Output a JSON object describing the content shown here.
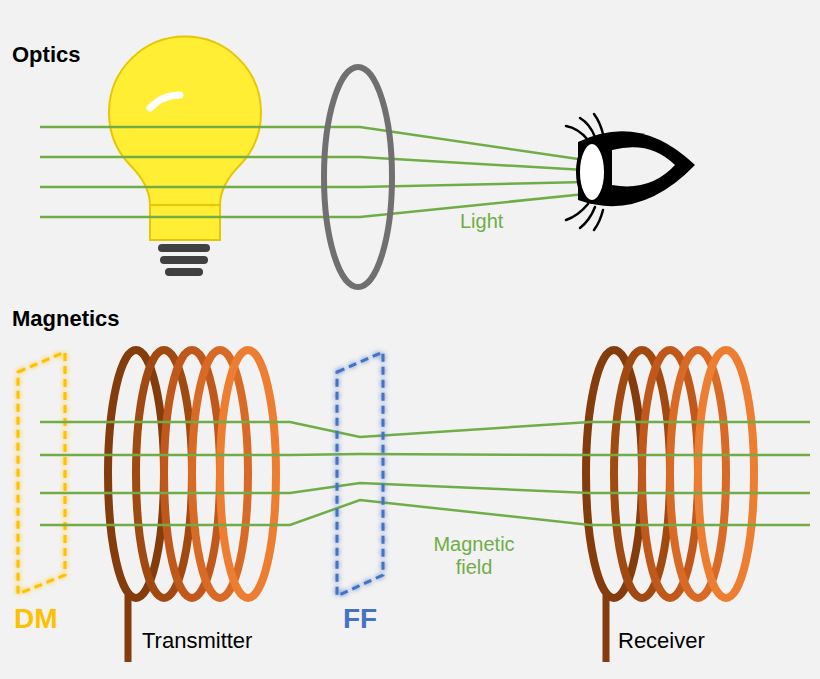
{
  "diagram": {
    "labels": [
      "Optics",
      "Light",
      "Magnetics",
      "DM",
      "Transmitter",
      "FF",
      "Magnetic field",
      "Receiver"
    ]
  }
}
